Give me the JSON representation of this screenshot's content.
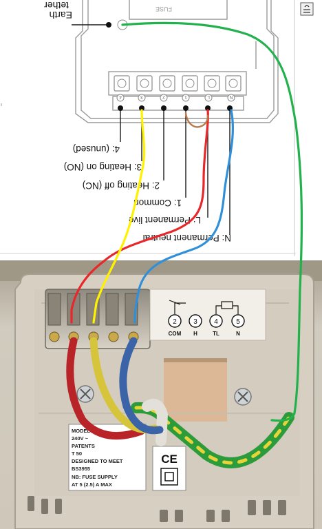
{
  "diagram": {
    "top_labels": {
      "earth": "Earth",
      "tether": "tether",
      "terminal_numbers": [
        "4",
        "3",
        "2",
        "1",
        "L",
        "N"
      ],
      "legend": [
        "4: (unused)",
        "3: Heating on (NO)",
        "2: Heating off (NC)",
        "1: Common",
        "L: Permanent live",
        "N: Permanent neutral"
      ],
      "top_fragment": "FUSE"
    },
    "device_panel": {
      "terminals": [
        "2",
        "3",
        "4",
        "5"
      ],
      "terminal_names": [
        "COM",
        "H",
        "TL",
        "N"
      ],
      "ce_mark": "CE",
      "rating_plate_lines": [
        "MODEL PRB",
        "240V ~",
        "PATENTS",
        "T 50",
        "DESIGNED TO MEET",
        "BS3955",
        "NB: FUSE SUPPLY",
        "AT 5 (2.5) A MAX"
      ]
    },
    "wire_colors": {
      "earth_green": "#22b14c",
      "permanent_live_red": "#e8272b",
      "heating_on_yellow": "#fff200",
      "neutral_blue": "#2f8fd8",
      "common_brown": "#b9794a"
    }
  }
}
